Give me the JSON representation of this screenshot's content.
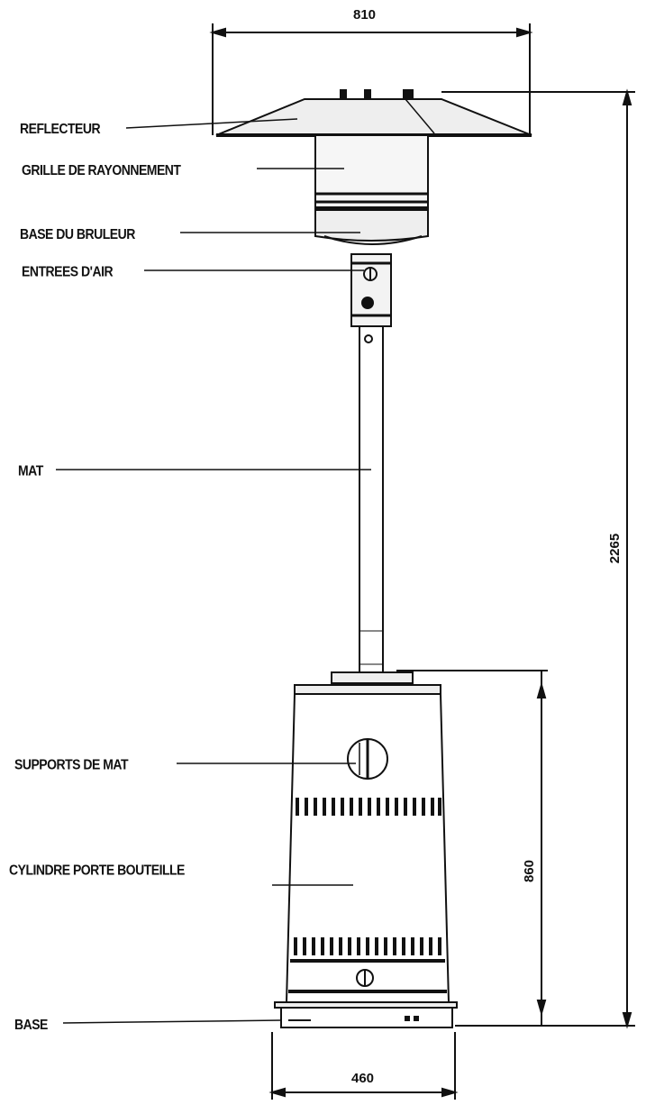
{
  "labels": {
    "reflecteur": "REFLECTEUR",
    "grille": "GRILLE DE RAYONNEMENT",
    "base_bruleur": "BASE DU BRULEUR",
    "entrees_air": "ENTREES D'AIR",
    "mat": "MAT",
    "supports_mat": "SUPPORTS DE MAT",
    "cylindre": "CYLINDRE PORTE BOUTEILLE",
    "base": "BASE"
  },
  "dimensions": {
    "width_top": "810",
    "height_total": "2265",
    "height_cylinder": "860",
    "width_base": "460"
  }
}
